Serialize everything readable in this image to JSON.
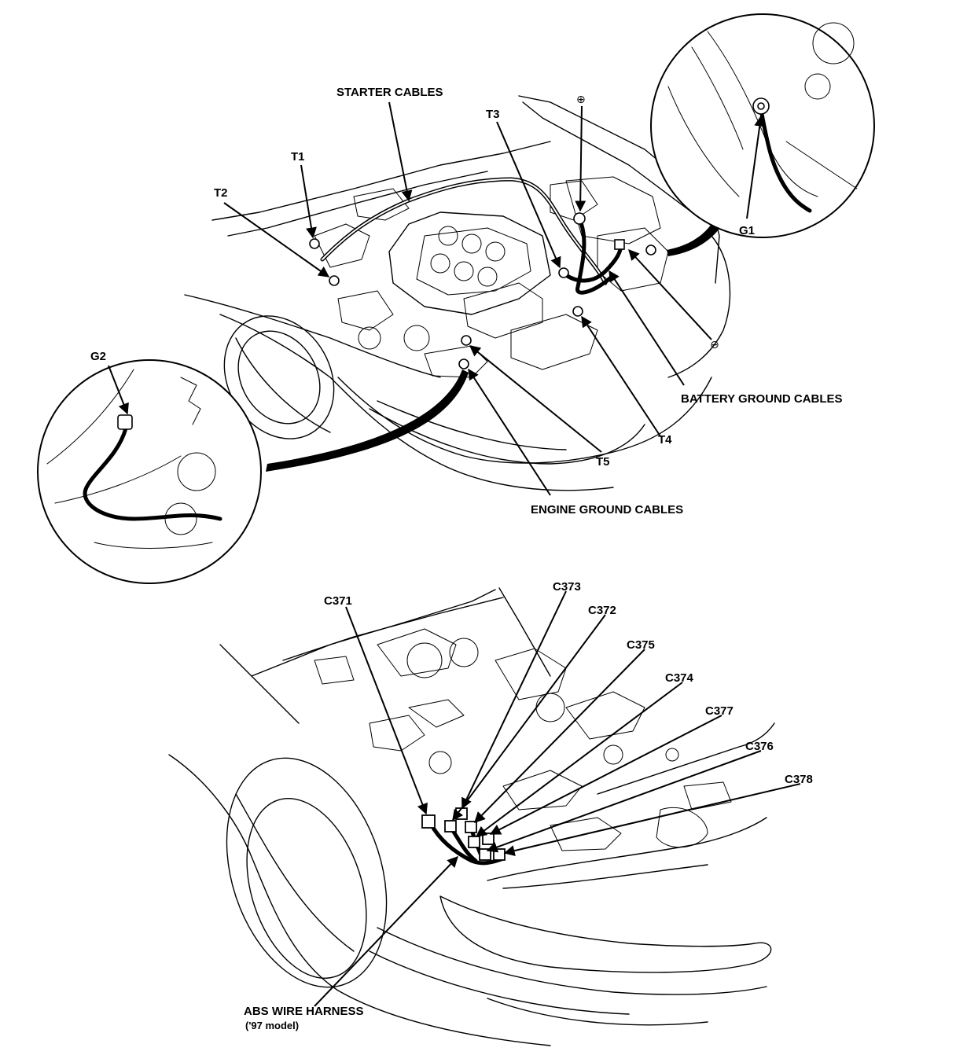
{
  "top_figure": {
    "labels": {
      "starter_cables": "STARTER CABLES",
      "t1": "T1",
      "t2": "T2",
      "t3": "T3",
      "t4": "T4",
      "t5": "T5",
      "g1": "G1",
      "g2": "G2",
      "battery_ground_cables": "BATTERY GROUND CABLES",
      "engine_ground_cables": "ENGINE GROUND CABLES"
    },
    "symbols": {
      "positive": "⊕",
      "negative": "⊖"
    }
  },
  "bottom_figure": {
    "labels": {
      "c371": "C371",
      "c373": "C373",
      "c372": "C372",
      "c375": "C375",
      "c374": "C374",
      "c377": "C377",
      "c376": "C376",
      "c378": "C378",
      "abs_wire_harness": "ABS WIRE HARNESS",
      "abs_note": "('97 model)"
    }
  }
}
